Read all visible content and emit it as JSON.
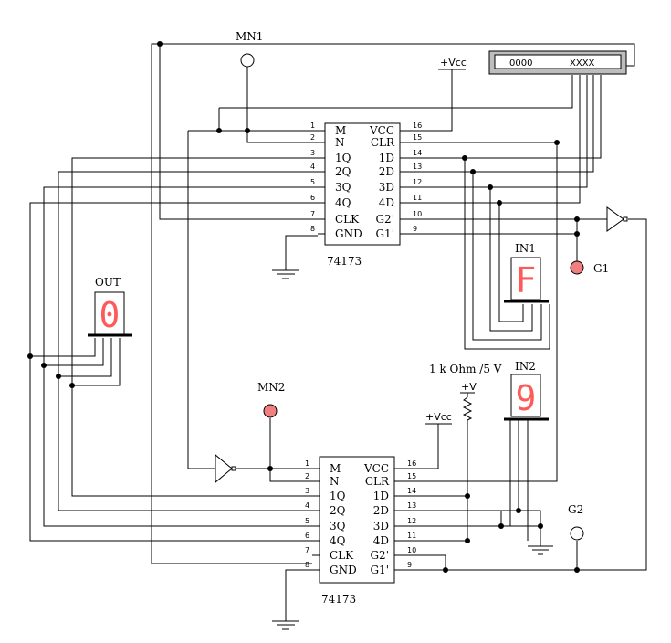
{
  "labels": {
    "mn1": "MN1",
    "mn2": "MN2",
    "out": "OUT",
    "in1": "IN1",
    "in2": "IN2",
    "g1": "G1",
    "g2": "G2",
    "vcc1": "+Vcc",
    "vcc2": "+Vcc",
    "vplus": "+V",
    "resistor": "1 k Ohm /5 V"
  },
  "word_generator": {
    "left_value": "0000",
    "right_value": "XXXX"
  },
  "displays": {
    "out": "0",
    "in1": "F",
    "in2": "9",
    "color": "#ff5a5a"
  },
  "chip1": {
    "name": "74173",
    "left_pins": [
      {
        "num": "1",
        "name": "M"
      },
      {
        "num": "2",
        "name": "N"
      },
      {
        "num": "3",
        "name": "1Q"
      },
      {
        "num": "4",
        "name": "2Q"
      },
      {
        "num": "5",
        "name": "3Q"
      },
      {
        "num": "6",
        "name": "4Q"
      },
      {
        "num": "7",
        "name": "CLK"
      },
      {
        "num": "8",
        "name": "GND"
      }
    ],
    "right_pins": [
      {
        "num": "16",
        "name": "VCC"
      },
      {
        "num": "15",
        "name": "CLR"
      },
      {
        "num": "14",
        "name": "1D"
      },
      {
        "num": "13",
        "name": "2D"
      },
      {
        "num": "12",
        "name": "3D"
      },
      {
        "num": "11",
        "name": "4D"
      },
      {
        "num": "10",
        "name": "G2'"
      },
      {
        "num": "9",
        "name": "G1'"
      }
    ]
  },
  "chip2": {
    "name": "74173",
    "left_pins": [
      {
        "num": "1",
        "name": "M"
      },
      {
        "num": "2",
        "name": "N"
      },
      {
        "num": "3",
        "name": "1Q"
      },
      {
        "num": "4",
        "name": "2Q"
      },
      {
        "num": "5",
        "name": "3Q"
      },
      {
        "num": "6",
        "name": "4Q"
      },
      {
        "num": "7",
        "name": "CLK"
      },
      {
        "num": "8",
        "name": "GND"
      }
    ],
    "right_pins": [
      {
        "num": "16",
        "name": "VCC"
      },
      {
        "num": "15",
        "name": "CLR"
      },
      {
        "num": "14",
        "name": "1D"
      },
      {
        "num": "13",
        "name": "2D"
      },
      {
        "num": "12",
        "name": "3D"
      },
      {
        "num": "11",
        "name": "4D"
      },
      {
        "num": "10",
        "name": "G2'"
      },
      {
        "num": "9",
        "name": "G1'"
      }
    ]
  },
  "colors": {
    "probe_on": "#f08080",
    "probe_off": "#ffffff",
    "line": "#000000"
  }
}
